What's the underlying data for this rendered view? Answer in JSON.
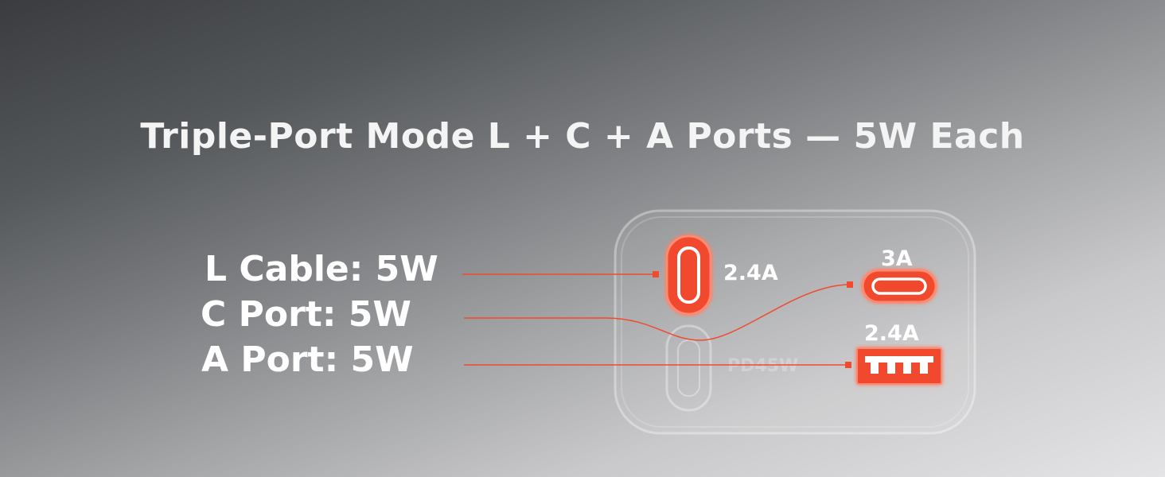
{
  "title": "Triple-Port Mode L + C + A Ports — 5W Each",
  "labels": {
    "l_cable": "L Cable: 5W",
    "c_port": "C Port: 5W",
    "a_port": "A Port: 5W"
  },
  "charger": {
    "port1_current": "2.4A",
    "port2_current": "3A",
    "port3_current": "2.4A",
    "inactive_port_text": "PD45W"
  },
  "colors": {
    "accent": "#f04a2f",
    "accent_light": "#ff6a4e",
    "text": "#ffffff"
  }
}
